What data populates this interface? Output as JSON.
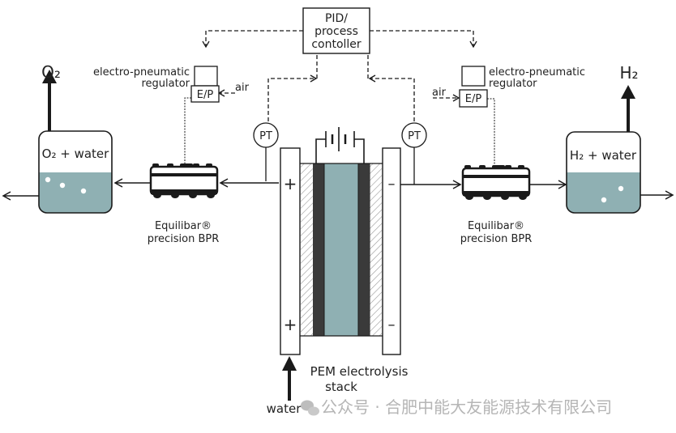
{
  "diagram": {
    "title": "PEM electrolysis stack pressure control",
    "controller": {
      "line1": "PID/",
      "line2": "process",
      "line3": "contoller"
    },
    "left_regulator": {
      "label_line1": "electro-pneumatic",
      "label_line2": "regulator",
      "box_label": "E/P",
      "air_label": "air"
    },
    "right_regulator": {
      "label_line1": "electro-pneumatic",
      "label_line2": "regulator",
      "box_label": "E/P",
      "air_label": "air"
    },
    "left_pt": {
      "label": "PT"
    },
    "right_pt": {
      "label": "PT"
    },
    "left_bpr": {
      "label_line1": "Equilibar®",
      "label_line2": "precision BPR"
    },
    "right_bpr": {
      "label_line1": "Equilibar®",
      "label_line2": "precision BPR"
    },
    "left_separator": {
      "label": "O₂ + water",
      "gas_out": "O₂"
    },
    "right_separator": {
      "label": "H₂ + water",
      "gas_out": "H₂"
    },
    "stack": {
      "label_line1": "PEM electrolysis",
      "label_line2": "stack",
      "anode_sign": "+",
      "cathode_sign": "–"
    },
    "water_inlet": {
      "label": "water"
    },
    "colors": {
      "water": "#8fb0b3",
      "electrode": "#3a3a3a",
      "membrane": "#8fb0b3",
      "line": "#1a1a1a"
    }
  },
  "watermark": {
    "text": "公众号 · 合肥中能大友能源技术有限公司"
  }
}
